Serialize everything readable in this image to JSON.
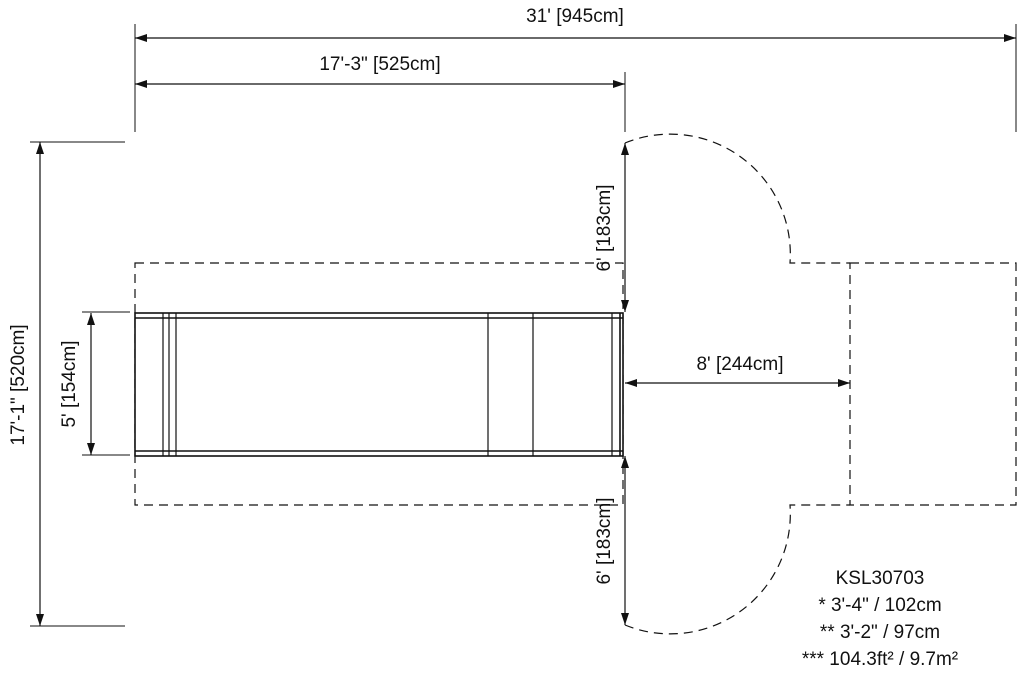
{
  "dimensions": {
    "overall_width": "31' [945cm]",
    "machine_length": "17'-3\" [525cm]",
    "overall_depth": "17'-1\" [520cm]",
    "machine_width": "5' [154cm]",
    "door_clearance_top": "6' [183cm]",
    "door_clearance_bottom": "6' [183cm]",
    "aisle_width": "8' [244cm]"
  },
  "notes": {
    "model": "KSL30703",
    "note_1": "* 3'-4\" / 102cm",
    "note_2": "** 3'-2\" / 97cm",
    "note_3": "*** 104.3ft² / 9.7m²"
  }
}
